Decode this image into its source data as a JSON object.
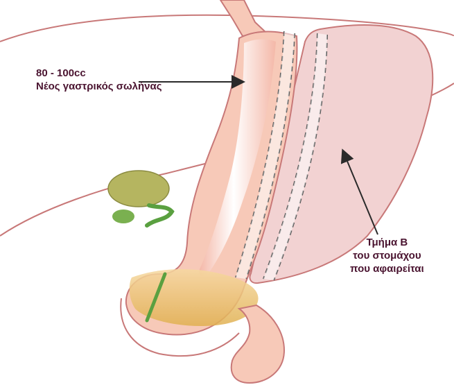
{
  "diagram": {
    "labels": {
      "new_tube": {
        "volume": "80 - 100cc",
        "name": "Νέος γαστρικός σωλήνας"
      },
      "removed_part": {
        "line1": "Τμήμα Β",
        "line2": "του στομάχου",
        "line3": "που αφαιρείται"
      }
    },
    "colors": {
      "outline": "#c87878",
      "stomach_fill": "#f7c9b8",
      "removed_fill": "#f2d2d2",
      "tube_highlight": "#ffffff",
      "staple_line": "#555555",
      "gallbladder": "#b5b560",
      "duodenum_fill": "#e8c070",
      "label_text": "#4a1430"
    }
  }
}
